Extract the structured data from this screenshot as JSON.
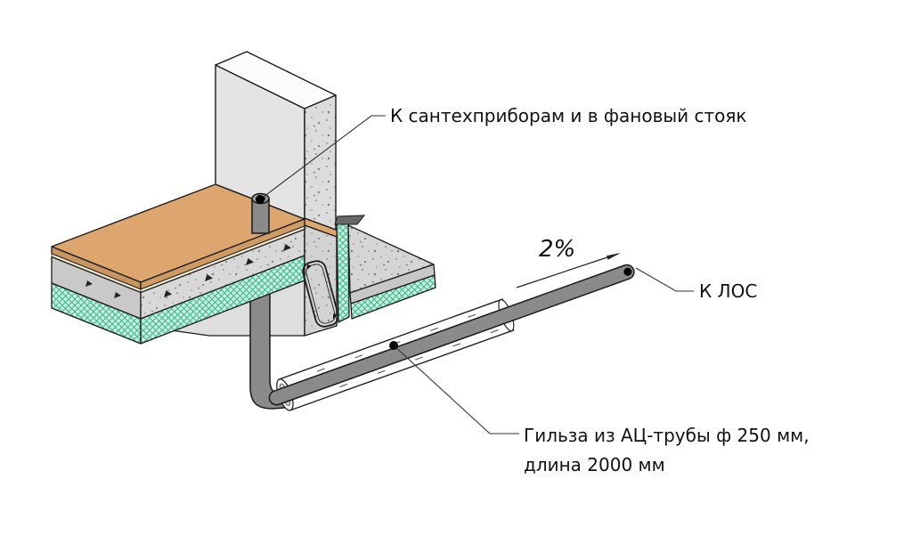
{
  "diagram": {
    "kind": "isometric-plumbing-detail",
    "labels": {
      "top_connection": "К сантехприборам и в фановый стояк",
      "slope": "2%",
      "outlet": "К ЛОС",
      "sleeve_line1": "Гильза из АЦ-трубы ф 250 мм,",
      "sleeve_line2": "длина 2000 мм"
    },
    "colors": {
      "floor_finish": "#dda66f",
      "floor_edge_sw": "#c8945f",
      "floor_edge_se": "#d09b63",
      "underlay_line": "#f5ecd8",
      "concrete_light": "#e4e4e4",
      "concrete_mid": "#d8d8d8",
      "insulation_fill": "#c3f0dc",
      "insulation_hatch": "#46b28e",
      "pipe": "#8a8a8a",
      "sleeve": "#ffffff",
      "outline": "#1b1b1b"
    }
  }
}
